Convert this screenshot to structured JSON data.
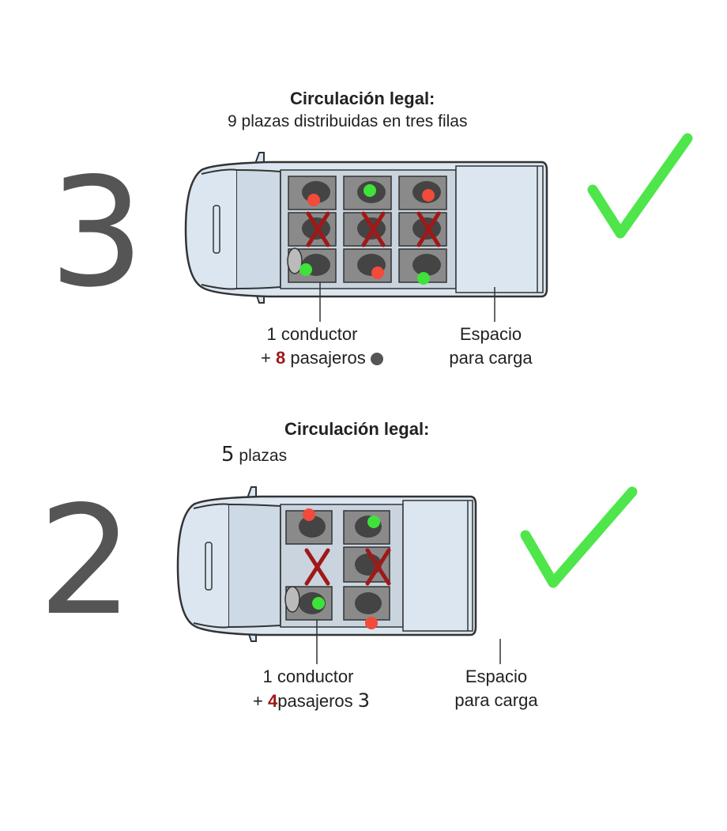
{
  "top": {
    "title": "Circulación legal:",
    "subtitle": "9 plazas distribuidas en tres filas",
    "number": "3",
    "label_driver_line1": "1 conductor",
    "label_driver_plus": "+",
    "label_driver_crossed": "8",
    "label_driver_rest": "pasajeros",
    "label_cargo_line1": "Espacio",
    "label_cargo_line2": "para carga"
  },
  "bottom": {
    "title": "Circulación legal:",
    "subtitle_number": "5",
    "subtitle_text": "plazas",
    "number": "2",
    "label_driver_line1": "1 conductor",
    "label_driver_plus": "+",
    "label_driver_crossed": "4",
    "label_driver_rest": "pasajeros",
    "label_driver_new": "3",
    "label_cargo_line1": "Espacio",
    "label_cargo_line2": "para carga"
  },
  "colors": {
    "check": "#4ee64b",
    "dot_green": "#3ee23a",
    "dot_red": "#f24a3b",
    "cross_red": "#a01818",
    "van_body": "#dbe6f0"
  }
}
